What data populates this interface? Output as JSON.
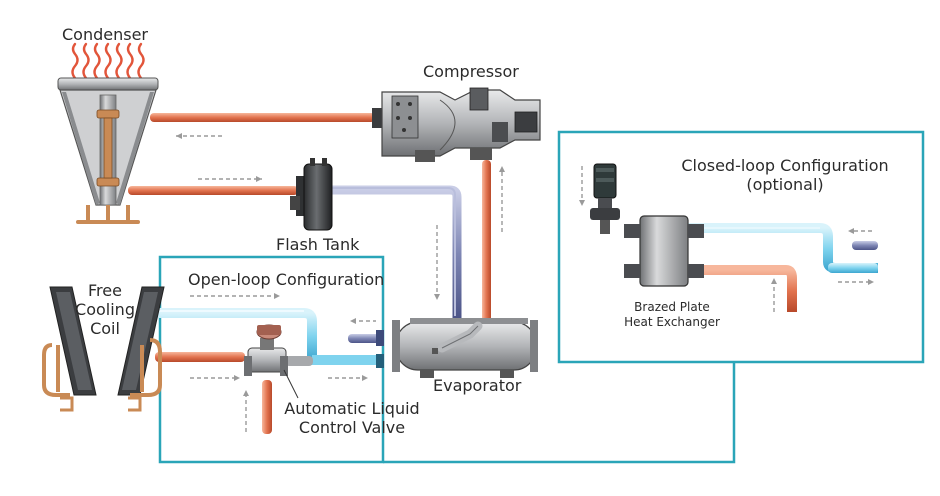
{
  "labels": {
    "condenser": "Condenser",
    "compressor": "Compressor",
    "flash_tank": "Flash Tank",
    "evaporator": "Evaporator",
    "free_cooling_coil": [
      "Free",
      "Cooling",
      "Coil"
    ],
    "open_loop": "Open-loop Configuration",
    "closed_loop": [
      "Closed-loop Configuration",
      "(optional)"
    ],
    "brazed_plate": [
      "Brazed Plate",
      "Heat Exchanger"
    ],
    "control_valve": [
      "Automatic Liquid",
      "Control Valve"
    ]
  },
  "colors": {
    "frame": "#2aa5b8",
    "hot_pipe": "#e2734f",
    "cold_pipe": "#7fd3ee",
    "return_pipe": "#7e86b4",
    "metal": "#a7a9ac",
    "copper": "#c98a55",
    "flame": "#e2553a",
    "arrow": "#9a9a9a"
  },
  "icons": [
    "flame-icon",
    "heat-exchanger-icon",
    "pump-icon",
    "valve-icon"
  ]
}
